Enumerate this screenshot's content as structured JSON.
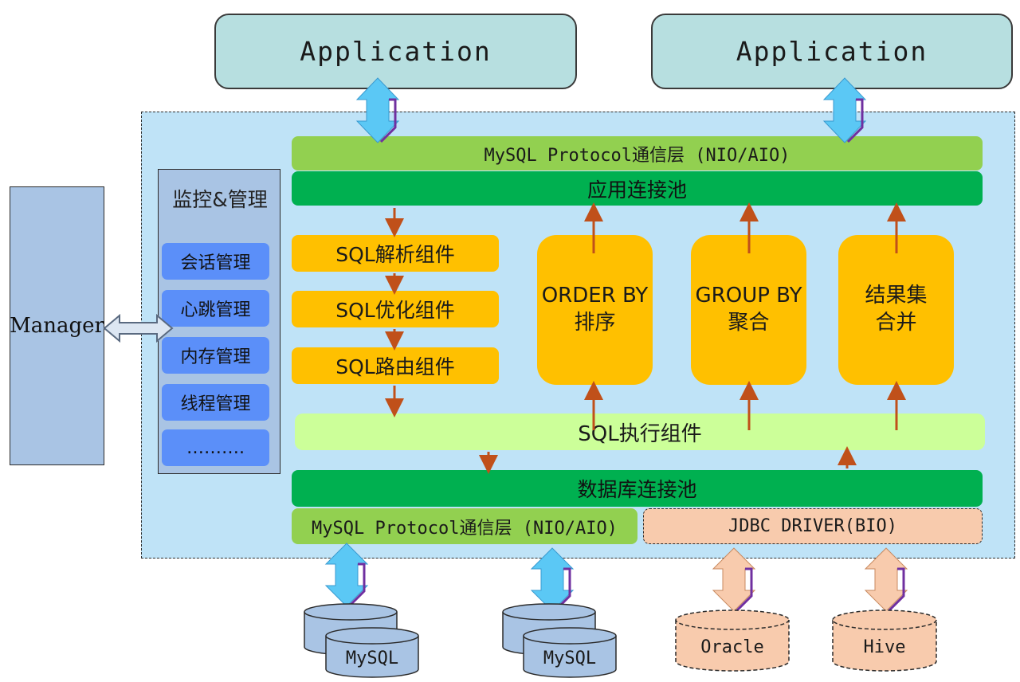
{
  "applications": [
    {
      "label": "Application"
    },
    {
      "label": "Application"
    }
  ],
  "manager": {
    "label": "Manager"
  },
  "monitor": {
    "title": "监控&管理",
    "items": [
      "会话管理",
      "心跳管理",
      "内存管理",
      "线程管理",
      "………."
    ]
  },
  "layers": {
    "top_protocol": "MySQL Protocol通信层 (NIO/AIO)",
    "app_pool": "应用连接池",
    "sql_exec": "SQL执行组件",
    "db_pool": "数据库连接池",
    "bottom_protocol": "MySQL Protocol通信层 (NIO/AIO)",
    "jdbc": "JDBC DRIVER(BIO)"
  },
  "components": [
    "SQL解析组件",
    "SQL优化组件",
    "SQL路由组件"
  ],
  "operations": [
    {
      "line1": "ORDER BY",
      "line2": "排序"
    },
    {
      "line1": "GROUP BY",
      "line2": "聚合"
    },
    {
      "line1": "结果集",
      "line2": "合并"
    }
  ],
  "databases": [
    {
      "label": "MySQL"
    },
    {
      "label": "MySQL"
    },
    {
      "label": "Oracle"
    },
    {
      "label": "Hive"
    }
  ],
  "colors": {
    "container": "#bfe3f7",
    "protocol": "#92d050",
    "pool": "#00b050",
    "component": "#ffc000",
    "exec": "#ccff99",
    "jdbc": "#f8cbad",
    "db_mysql": "#a9c4e4",
    "db_other": "#f8cbad",
    "arrow_flow": "#c0501a",
    "arrow_bidir": "#5bc8f5"
  }
}
